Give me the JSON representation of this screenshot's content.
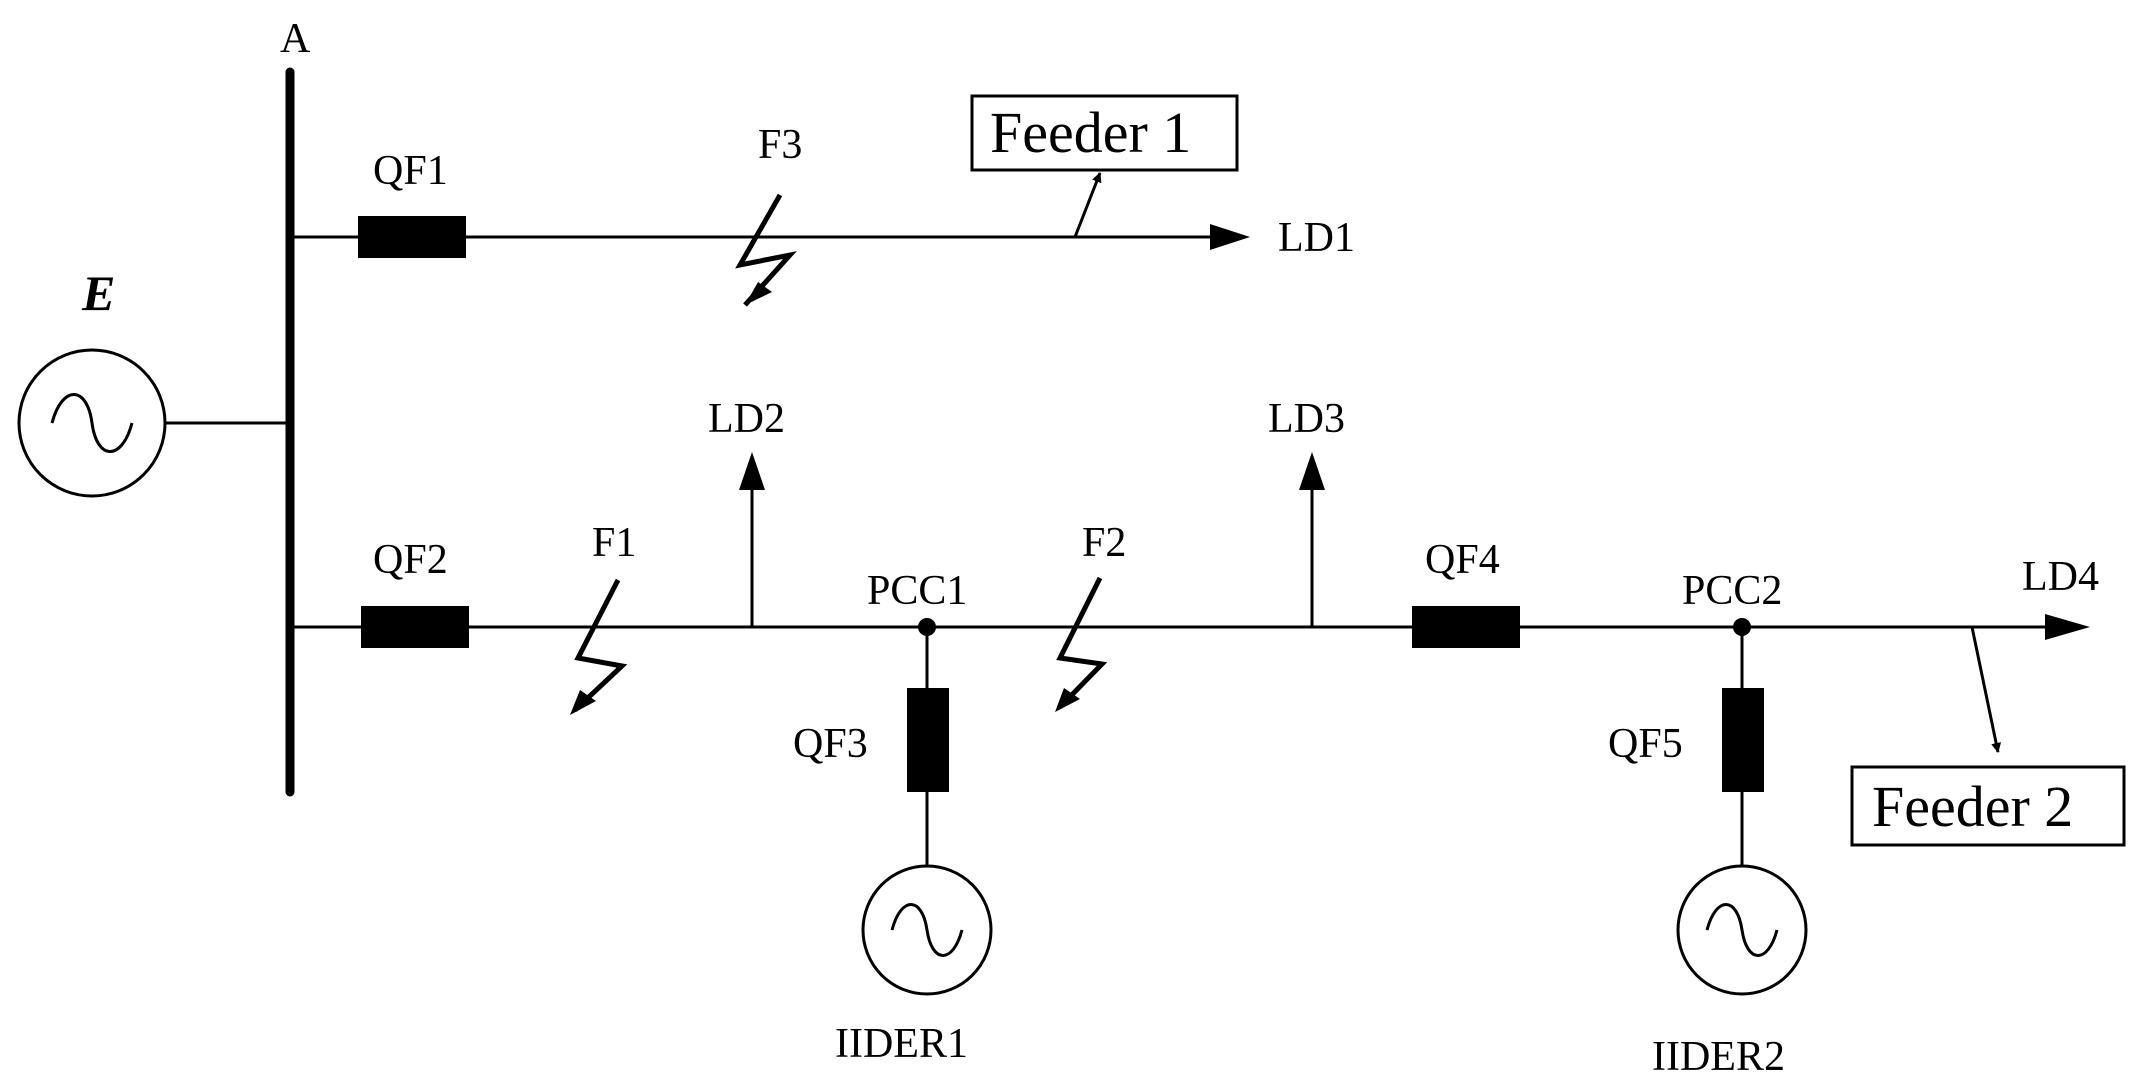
{
  "bus": {
    "label": "A"
  },
  "source": {
    "label": "E"
  },
  "breakers": [
    {
      "id": "qf1",
      "label": "QF1"
    },
    {
      "id": "qf2",
      "label": "QF2"
    },
    {
      "id": "qf3",
      "label": "QF3"
    },
    {
      "id": "qf4",
      "label": "QF4"
    },
    {
      "id": "qf5",
      "label": "QF5"
    }
  ],
  "faults": [
    {
      "id": "f1",
      "label": "F1"
    },
    {
      "id": "f2",
      "label": "F2"
    },
    {
      "id": "f3",
      "label": "F3"
    }
  ],
  "loads": [
    {
      "id": "ld1",
      "label": "LD1"
    },
    {
      "id": "ld2",
      "label": "LD2"
    },
    {
      "id": "ld3",
      "label": "LD3"
    },
    {
      "id": "ld4",
      "label": "LD4"
    }
  ],
  "pcc": [
    {
      "id": "pcc1",
      "label": "PCC1"
    },
    {
      "id": "pcc2",
      "label": "PCC2"
    }
  ],
  "ders": [
    {
      "id": "ider1",
      "label": "IIDER1"
    },
    {
      "id": "ider2",
      "label": "IIDER2"
    }
  ],
  "feeders": [
    {
      "id": "feeder1",
      "label": "Feeder 1"
    },
    {
      "id": "feeder2",
      "label": "Feeder 2"
    }
  ],
  "colors": {
    "line": "#000000",
    "background": "#ffffff"
  }
}
